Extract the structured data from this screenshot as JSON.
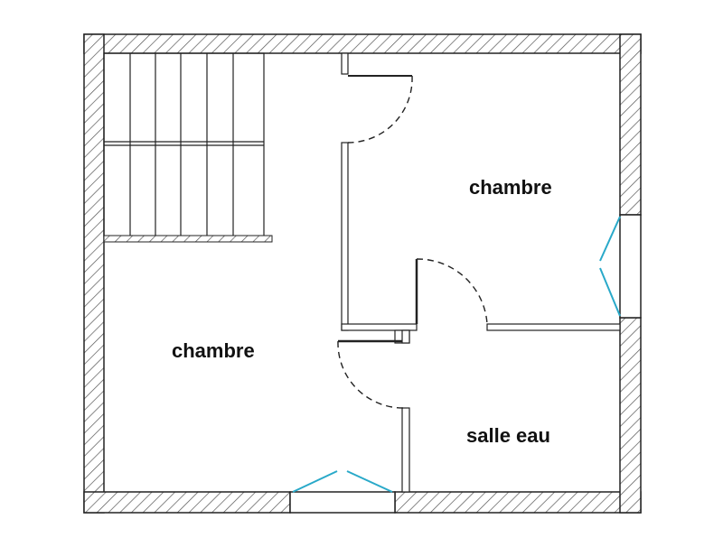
{
  "rooms": [
    {
      "id": "bedroom-upper-right",
      "label": "chambre"
    },
    {
      "id": "bedroom-lower-left",
      "label": "chambre"
    },
    {
      "id": "bathroom",
      "label": "salle eau"
    }
  ],
  "colors": {
    "wall": "#222222",
    "hatch": "#555555",
    "window": "#29a9c9",
    "background": "#ffffff"
  },
  "icons": {
    "staircase": "stairs-icon",
    "door": "door-swing-icon",
    "window": "casement-window-icon"
  }
}
